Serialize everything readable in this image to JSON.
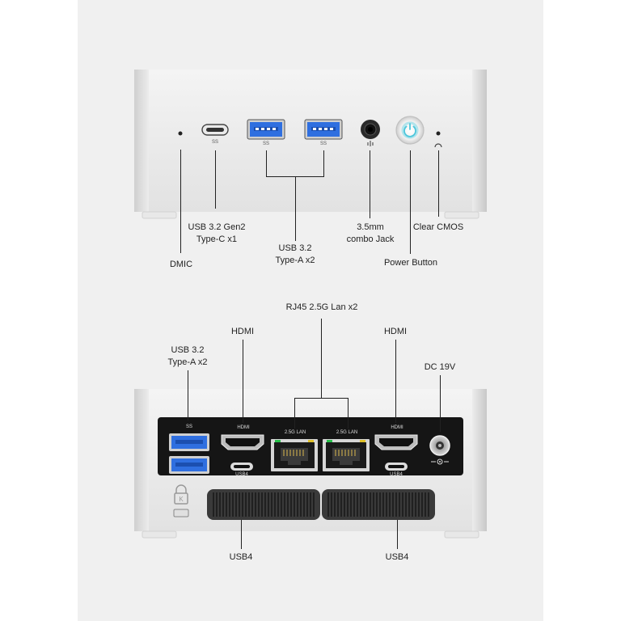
{
  "front_panel": {
    "callouts": {
      "dmic": "DMIC",
      "usb_c_line1": "USB 3.2 Gen2",
      "usb_c_line2": "Type-C x1",
      "usb_a_line1": "USB 3.2",
      "usb_a_line2": "Type-A x2",
      "jack_line1": "3.5mm",
      "jack_line2": "combo Jack",
      "power": "Power Button",
      "cmos": "Clear CMOS"
    },
    "port_marks": {
      "usb_c": "SS",
      "usb_a1": "SS",
      "usb_a2": "SS"
    }
  },
  "rear_panel": {
    "callouts": {
      "usb_a_line1": "USB 3.2",
      "usb_a_line2": "Type-A x2",
      "hdmi_left": "HDMI",
      "lan": "RJ45 2.5G Lan x2",
      "hdmi_right": "HDMI",
      "dc": "DC 19V",
      "usb4_left": "USB4",
      "usb4_right": "USB4"
    },
    "port_marks": {
      "ss": "SS",
      "hdmi_left": "HDMI",
      "lan_left": "2.5G LAN",
      "lan_right": "2.5G LAN",
      "hdmi_right": "HDMI",
      "usb4_left": "USB4",
      "usb4_right": "USB4"
    }
  },
  "colors": {
    "background": "#ffffff",
    "panel": "#f0f0f0",
    "chassis": "#e6e6e6",
    "port_plate": "#151515",
    "usb_blue": "#2f6fe0",
    "power_glow": "#6fd6e6"
  }
}
